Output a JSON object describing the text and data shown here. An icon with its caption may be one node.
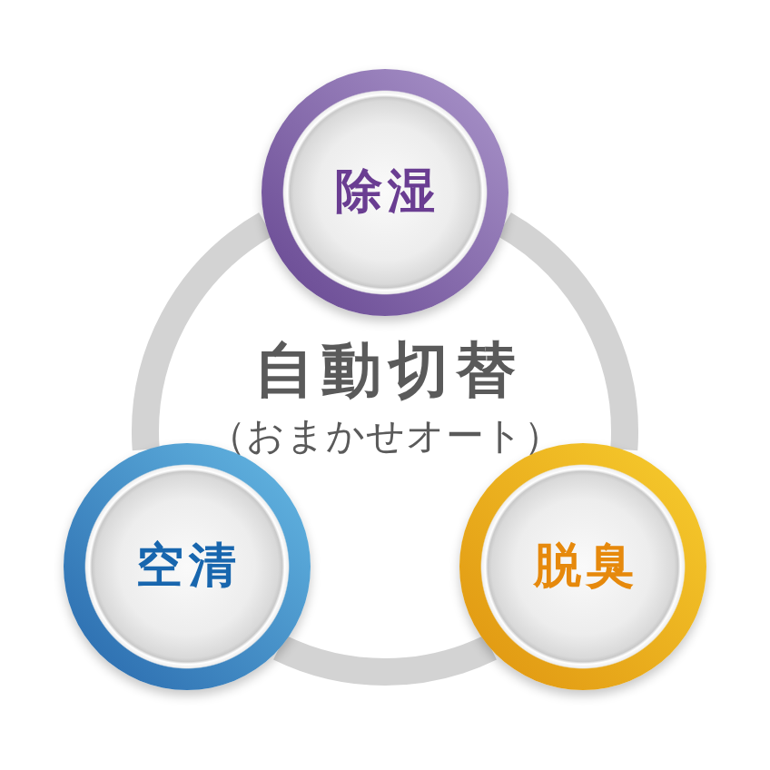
{
  "diagram": {
    "nodes": [
      {
        "text": [
          "除湿"
        ]
      },
      {
        "text": [
          "空清"
        ]
      },
      {
        "text": [
          "脱臭"
        ]
      }
    ],
    "edges": [
      {
        "from": 0,
        "to": 2,
        "arrow": "none"
      },
      {
        "from": 2,
        "to": 1,
        "arrow": "none"
      },
      {
        "from": 1,
        "to": 0,
        "arrow": "none"
      }
    ],
    "labels": [
      "自動切替",
      "（おまかせオート）"
    ]
  }
}
